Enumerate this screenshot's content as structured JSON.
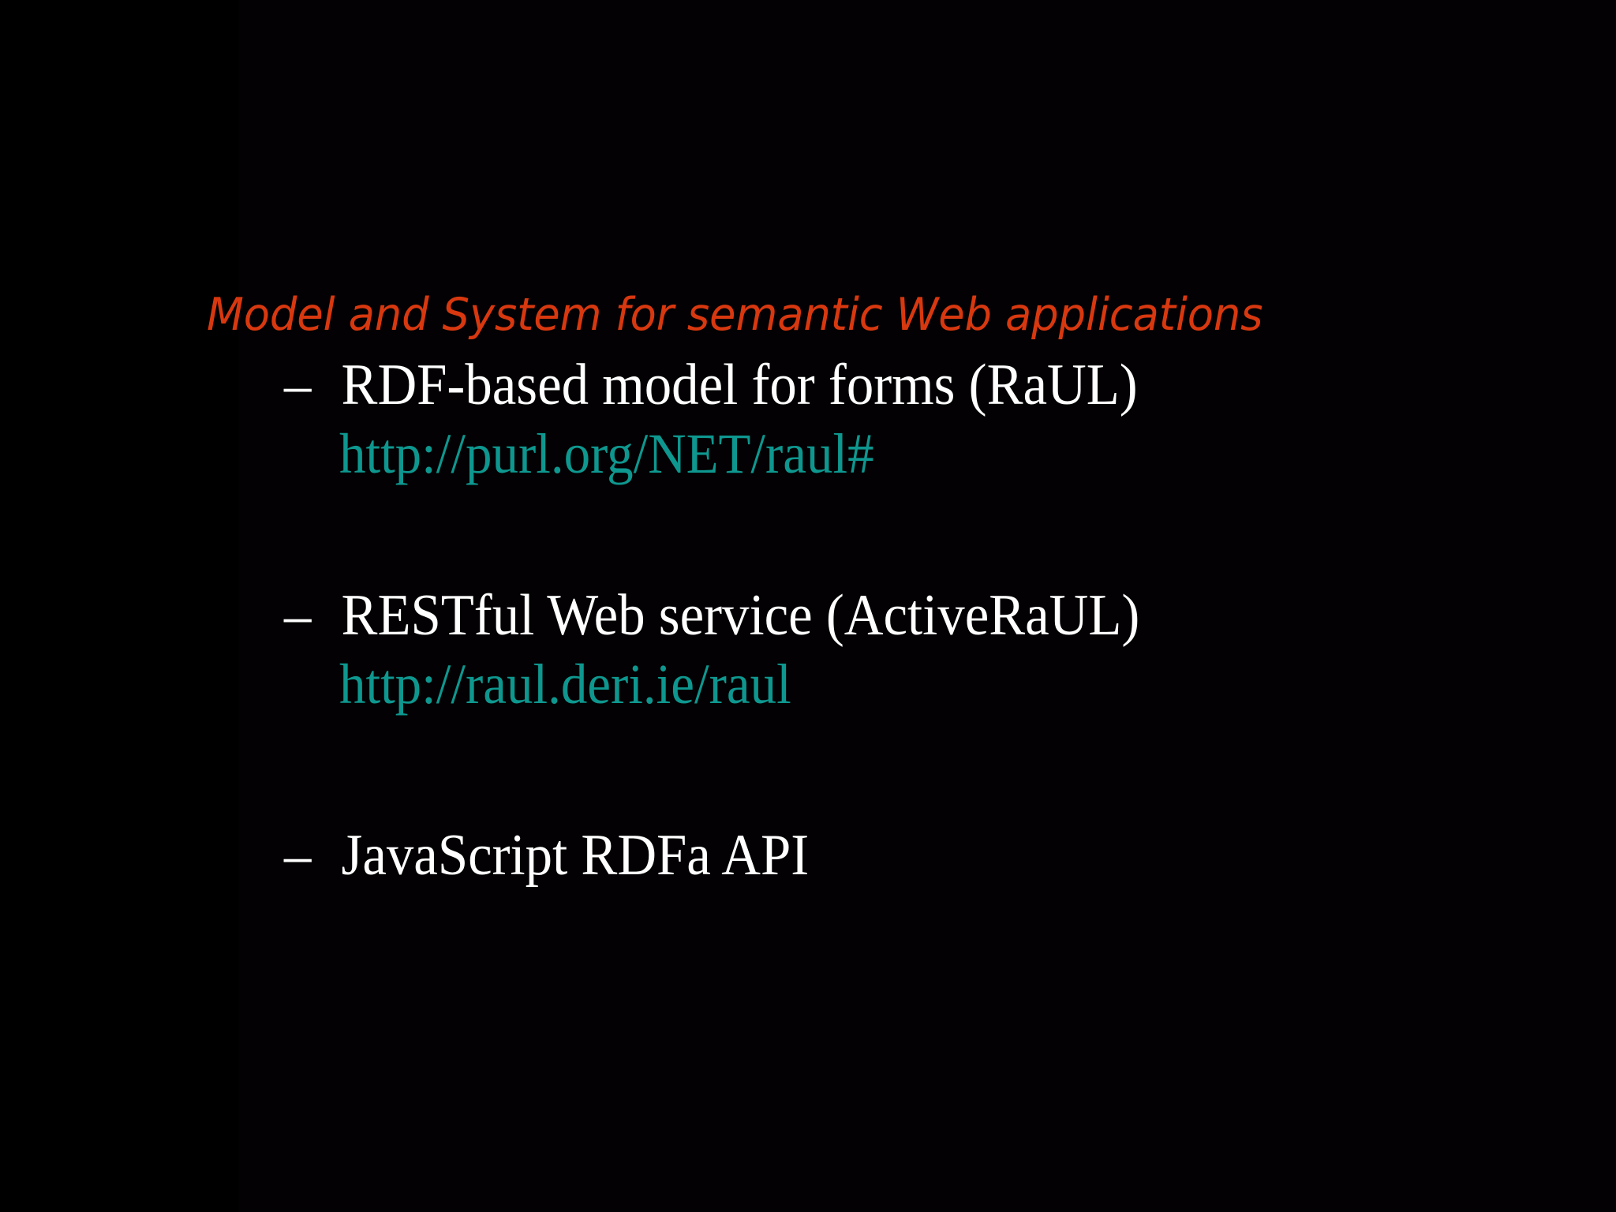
{
  "slide": {
    "background_color": "#000000",
    "title": "Model and System for semantic Web applications",
    "title_color": "#D8380F",
    "body_color": "#FFFFFF",
    "link_color": "#0E978F",
    "bullet_marker": "–",
    "bullets": [
      {
        "marker": "–",
        "text": "RDF-based model for forms (RaUL)",
        "url": "http://purl.org/NET/raul#"
      },
      {
        "marker": "–",
        "text": "RESTful Web service (ActiveRaUL)",
        "url": "http://raul.deri.ie/raul"
      },
      {
        "marker": "–",
        "text": "JavaScript RDFa API",
        "url": ""
      }
    ]
  }
}
